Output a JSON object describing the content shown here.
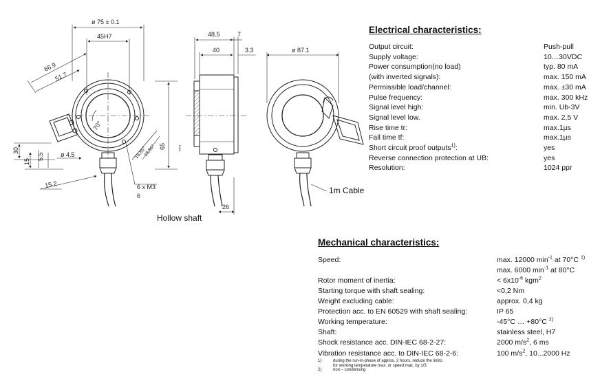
{
  "drawing": {
    "dims": {
      "d75": "ø 75 ± 0.1",
      "h45": "45H7",
      "r669": "66.9",
      "r517": "51.7",
      "ang70": "70°",
      "d30": "30",
      "d15": "15",
      "d55": "5.5",
      "d45": "ø 4.5",
      "d152": "15.2",
      "d65": "65",
      "tiny1": "18,86°",
      "tiny2": "18,86°",
      "m3a": "6 x M3",
      "m3b": "6",
      "d485": "48.5",
      "d7": "7",
      "d40": "40",
      "d33": "3.3",
      "d26": "26",
      "d871": "ø 87.1"
    },
    "captions": {
      "hollow": "Hollow shaft",
      "cable": "1m Cable"
    }
  },
  "electrical": {
    "title": "Electrical characteristics:",
    "rows": [
      {
        "label": "Output circuit:",
        "value": "Push-pull"
      },
      {
        "label": "Supply voltage:",
        "value": "10…30VDC"
      },
      {
        "label": "Power consumption(no load)",
        "value": "typ. 80 mA"
      },
      {
        "label": "(with inverted signals):",
        "value": "max. 150 mA"
      },
      {
        "label": "Permissible load/channel:",
        "value": "max. ±30 mA"
      },
      {
        "label": "Pulse frequency:",
        "value": "max. 300 kHz"
      },
      {
        "label": "Signal level high:",
        "value": "min. Ub-3V"
      },
      {
        "label": "Signal level low.",
        "value": "max. 2,5 V"
      },
      {
        "label": "Rise time tr:",
        "value": "max.1µs"
      },
      {
        "label": "Fall time tf:",
        "value": "max.1µs"
      },
      {
        "label": "Short circuit proof outputs",
        "label_sup": "1)",
        "label_end": ":",
        "value": "yes"
      },
      {
        "label": "Reverse connection protection at UB:",
        "value": "yes"
      },
      {
        "label": "Resolution:",
        "value": "1024 ppr"
      }
    ]
  },
  "mechanical": {
    "title": "Mechanical characteristics:",
    "rows": [
      {
        "label": "Speed:",
        "v1": "max. 12000 min",
        "s1": "-1",
        "v2": " at 70°C ",
        "s2": "1)"
      },
      {
        "label": "",
        "v1": "max. 6000 min",
        "s1": "-1",
        "v2": " at 80°C",
        "s2": ""
      },
      {
        "label": "Rotor moment of inertia:",
        "v1": "< 6x10",
        "s1": "-6",
        "v2": " kgm",
        "s2": "2"
      },
      {
        "label": "Starting torque with shaft sealing:",
        "v1": "<0,2 Nm",
        "s1": "",
        "v2": "",
        "s2": ""
      },
      {
        "label": "Weight excluding cable:",
        "v1": "approx. 0,4 kg",
        "s1": "",
        "v2": "",
        "s2": ""
      },
      {
        "label": "Protection acc. to EN 60529 with shaft sealing:",
        "v1": "IP 65",
        "s1": "",
        "v2": "",
        "s2": ""
      },
      {
        "label": "Working temperature:",
        "v1": "-45°C … +80°C ",
        "s1": "2)",
        "v2": "",
        "s2": ""
      },
      {
        "label": "Shaft:",
        "v1": "stainless steel, H7",
        "s1": "",
        "v2": "",
        "s2": ""
      },
      {
        "label": "Shock resistance acc.  DIN-IEC 68-2-27:",
        "v1": "2000 m/s",
        "s1": "2",
        "v2": ", 6 ms",
        "s2": ""
      },
      {
        "label": "Vibration resistance acc. to DIN-IEC 68-2-6:",
        "v1": "100 m/s",
        "s1": "2",
        "v2": ", 10...2000 Hz",
        "s2": ""
      }
    ]
  },
  "footnotes": [
    {
      "num": "1)",
      "text": "during the run-in-phase of approx. 2 hours, reduce the limits"
    },
    {
      "num": "",
      "text": "for working temperature max.  or speed max. by 1/3"
    },
    {
      "num": "2)",
      "text": "non – condensing"
    }
  ]
}
